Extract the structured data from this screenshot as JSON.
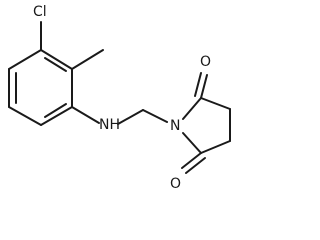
{
  "molecule": {
    "atoms": {
      "chlorine": "Cl",
      "amine": "NH",
      "imide_nitrogen": "N",
      "carbonyl_oxygen_top": "O",
      "carbonyl_oxygen_bottom": "O"
    }
  }
}
